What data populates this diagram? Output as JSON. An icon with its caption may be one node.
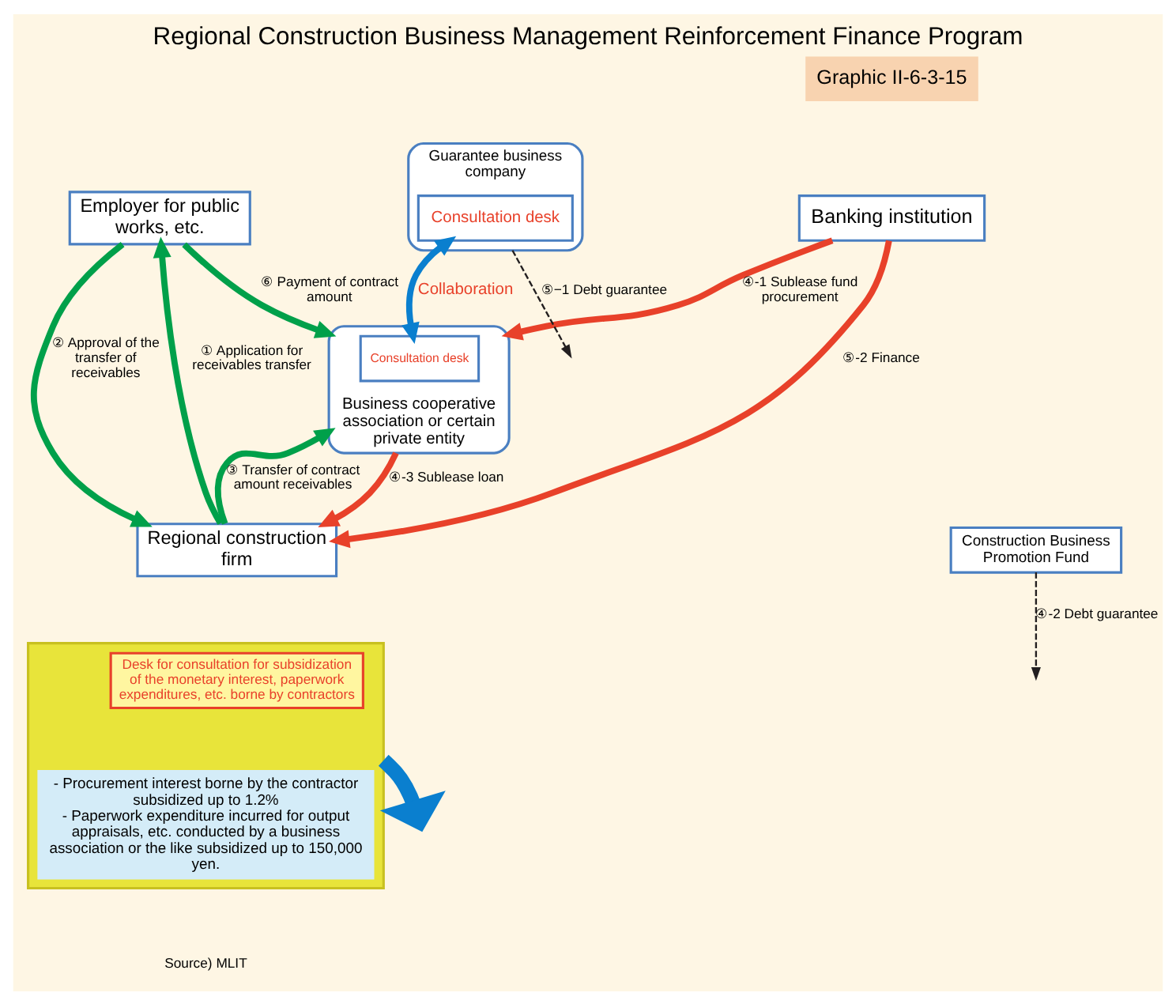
{
  "diagram": {
    "title": "Regional Construction Business Management Reinforcement Finance Program",
    "caption": "Source) MLIT",
    "nodes": [
      {
        "text": [
          "Banking institution"
        ]
      },
      {
        "text": [
          "Guarantee business company"
        ]
      },
      {
        "text": [
          "Consultation desk"
        ],
        "in": 1
      },
      {
        "text": [
          "Employer for public works, etc."
        ]
      },
      {
        "text": [
          "Business cooperative association or certain private entity"
        ]
      },
      {
        "text": [
          "Consultation desk"
        ],
        "in": 4
      },
      {
        "text": [
          "Regional construction firm"
        ]
      },
      {
        "text": [
          "Construction Business Promotion Fund"
        ]
      },
      {
        "text": [],
        "shape": "box"
      },
      {
        "text": [
          "Desk for consultation for subsidization of the monetary interest, paperwork expenditures, etc. borne by contractors"
        ],
        "in": 8
      },
      {
        "text": [
          "- Procurement interest borne by the contractor subsidized up to 1.2%",
          "- Paperwork expenditure incurred for output appraisals, etc. conducted by a business association or the like subsidized up to 150,000 yen."
        ],
        "in": 8
      }
    ],
    "edges": [
      {
        "from": 6,
        "to": 3,
        "arrow": "to",
        "label": "① Application for receivables transfer",
        "color": "#00a04a"
      },
      {
        "from": 3,
        "to": 6,
        "arrow": "to",
        "label": "② Approval of the transfer of receivables",
        "color": "#00a04a"
      },
      {
        "from": 0,
        "to": 4,
        "arrow": "to",
        "label": "④-1 Sublease fund procurement",
        "color": "#e8412a"
      },
      {
        "from": 7,
        "to": null,
        "arrow": "to",
        "label": "④-2 Debt guarantee",
        "style": "dashed",
        "color": "#231f20"
      },
      {
        "from": 4,
        "to": 6,
        "arrow": "to",
        "label": "④-3 Sublease loan",
        "color": "#e8412a"
      },
      {
        "from": 6,
        "to": 4,
        "arrow": "to",
        "label": "③ Transfer of contract amount receivables",
        "color": "#00a04a"
      },
      {
        "from": 1,
        "to": null,
        "arrow": "to",
        "label": "⑤−1 Debt guarantee",
        "style": "dashed",
        "color": "#231f20"
      },
      {
        "from": 0,
        "to": 6,
        "arrow": "to",
        "label": "⑤-2 Finance",
        "color": "#e8412a"
      },
      {
        "from": 3,
        "to": 4,
        "arrow": "to",
        "label": "⑥ Payment of contract amount",
        "color": "#00a04a"
      },
      {
        "from": 2,
        "to": 5,
        "arrow": "both",
        "label": "Collaboration",
        "color": "#0a7fcf"
      },
      {
        "from": 8,
        "to": null,
        "arrow": "to",
        "style": "thick",
        "color": "#0a7fcf"
      }
    ],
    "labels": [
      "Graphic II-6-3-15"
    ]
  }
}
